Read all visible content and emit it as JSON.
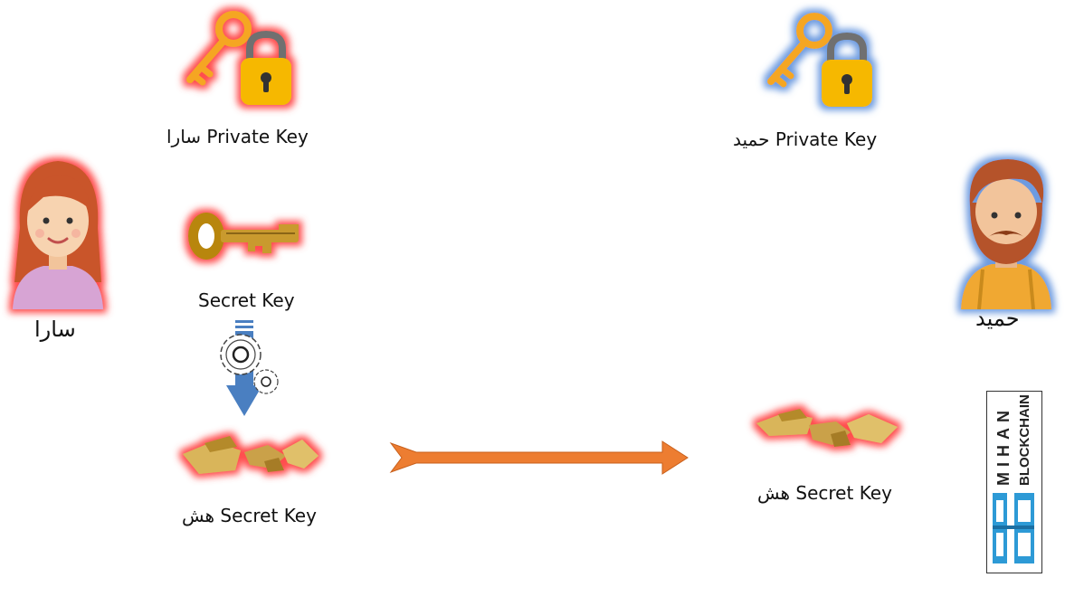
{
  "sara": {
    "name": "سارا",
    "private_key_label": "سارا Private Key",
    "secret_key_label": "Secret Key",
    "hash_label": "هش Secret Key"
  },
  "hamid": {
    "name": "حمید",
    "private_key_label": "حمید Private Key",
    "hash_label": "هش Secret Key"
  },
  "logo": {
    "text_top": "MIHAN",
    "text_bottom": "BLOCKCHAIN"
  },
  "colors": {
    "sara_glow": "#ff4d4d",
    "hamid_glow": "#5b8fd6",
    "arrow": "#ed7d31",
    "process_arrow": "#4a7fc1"
  }
}
